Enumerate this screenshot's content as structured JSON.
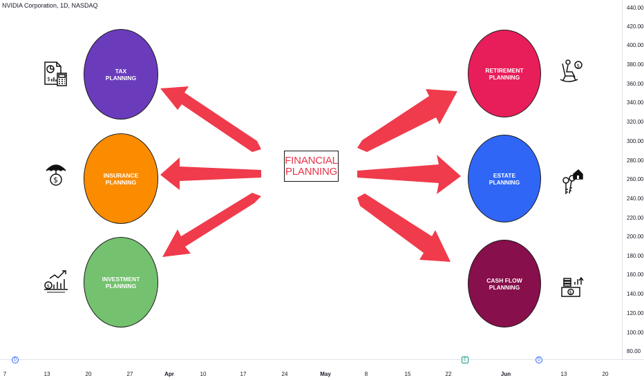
{
  "chart_header": {
    "symbol": "NVIDIA Corporation, 1D, NASDAQ"
  },
  "price_axis": {
    "ticks": [
      "440.00",
      "420.00",
      "400.00",
      "380.00",
      "360.00",
      "340.00",
      "320.00",
      "300.00",
      "280.00",
      "260.00",
      "240.00",
      "220.00",
      "200.00",
      "180.00",
      "160.00",
      "140.00",
      "120.00",
      "100.00",
      "80.00"
    ]
  },
  "time_axis": {
    "ticks": [
      "7",
      "13",
      "20",
      "27",
      "Apr",
      "10",
      "17",
      "24",
      "May",
      "8",
      "15",
      "22",
      "Jun",
      "13",
      "20"
    ]
  },
  "event_markers": [
    {
      "kind": "dividend",
      "glyph": "D"
    },
    {
      "kind": "earnings",
      "glyph": "E"
    },
    {
      "kind": "dividend",
      "glyph": "D"
    }
  ],
  "diagram": {
    "center": {
      "label": "FINANCIAL\nPLANNING",
      "color": "#e8344a"
    },
    "arrow_color": "#ef3b4b",
    "nodes": [
      {
        "id": "tax",
        "label": "TAX\nPLANNING",
        "color": "#6a3cbc",
        "icon": "tax-document-calculator-icon"
      },
      {
        "id": "insurance",
        "label": "INSURANCE\nPLANNING",
        "color": "#fb8c00",
        "icon": "umbrella-money-icon"
      },
      {
        "id": "investment",
        "label": "INVESTMENT\nPLANNING",
        "color": "#74c16f",
        "icon": "investment-growth-icon"
      },
      {
        "id": "retirement",
        "label": "RETIREMENT\nPLANNING",
        "color": "#e81e5a",
        "icon": "rocking-chair-icon"
      },
      {
        "id": "estate",
        "label": "ESTATE\nPLANNING",
        "color": "#2f66f6",
        "icon": "house-keys-icon"
      },
      {
        "id": "cashflow",
        "label": "CASH FLOW\nPLANNING",
        "color": "#870f4b",
        "icon": "cash-coins-icon"
      }
    ]
  }
}
